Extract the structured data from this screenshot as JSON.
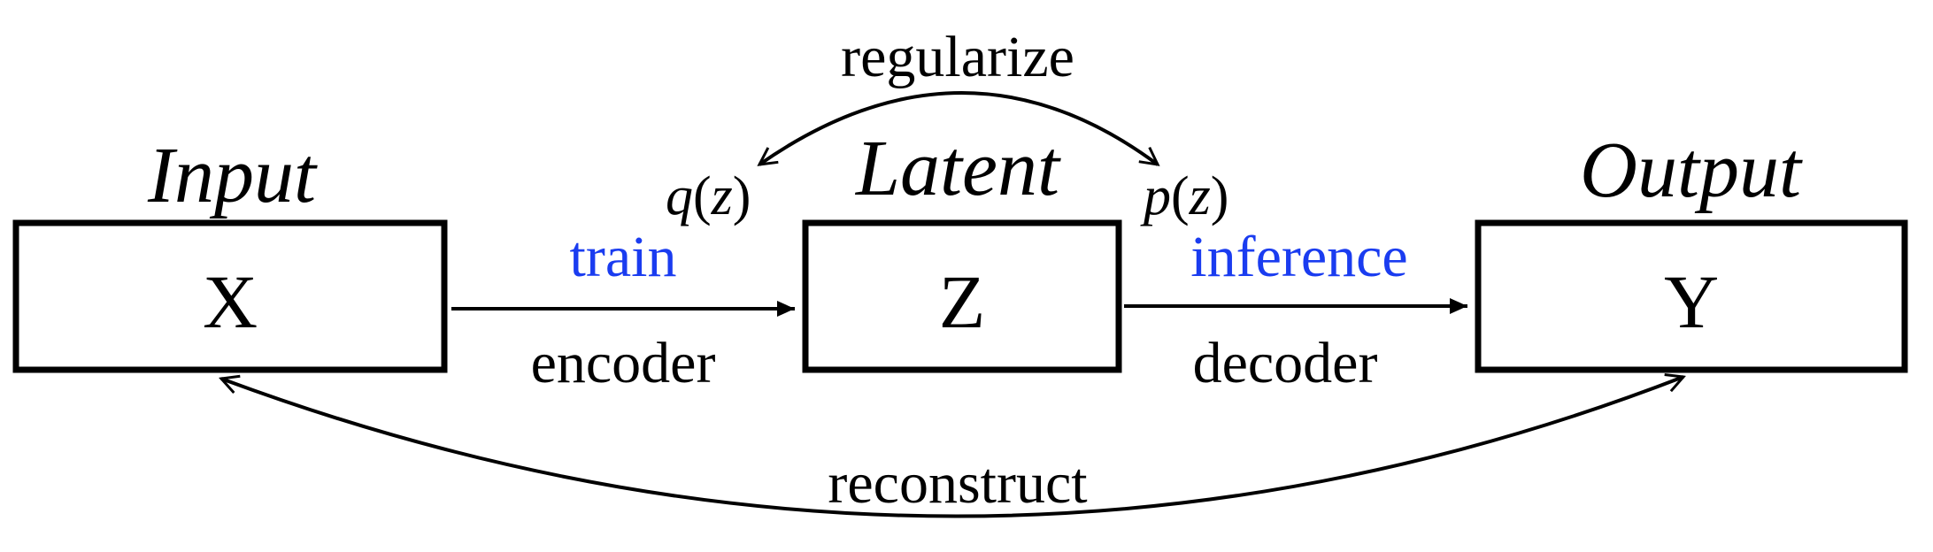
{
  "nodes": {
    "input": {
      "title": "Input",
      "symbol": "X"
    },
    "latent": {
      "title": "Latent",
      "symbol": "Z"
    },
    "output": {
      "title": "Output",
      "symbol": "Y"
    }
  },
  "edges": {
    "encoder": {
      "top_label": "train",
      "bottom_label": "encoder"
    },
    "decoder": {
      "top_label": "inference",
      "bottom_label": "decoder"
    },
    "regularize": {
      "label": "regularize"
    },
    "reconstruct": {
      "label": "reconstruct"
    }
  },
  "distributions": {
    "q": {
      "fn": "q",
      "open": "(",
      "var": "z",
      "close": ")"
    },
    "p": {
      "fn": "p",
      "open": "(",
      "var": "z",
      "close": ")"
    }
  },
  "colors": {
    "accent": "#1a3cf0",
    "line": "#000000"
  }
}
